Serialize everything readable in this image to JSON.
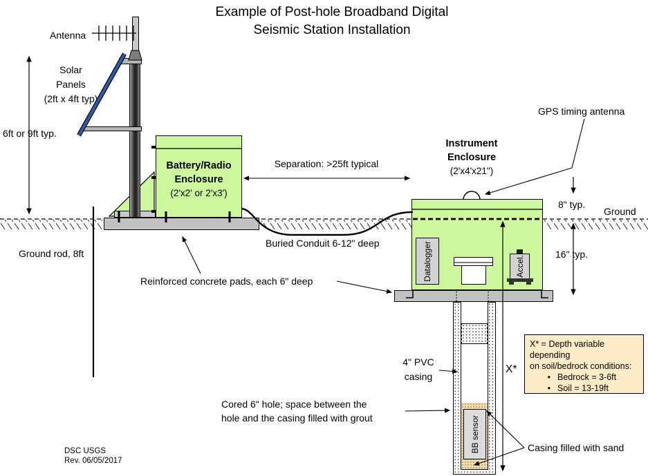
{
  "title": {
    "line1": "Example of Post-hole Broadband Digital",
    "line2": "Seismic Station Installation"
  },
  "mast_area": {
    "antenna_label": "Antenna",
    "solar_line1": "Solar",
    "solar_line2": "Panels",
    "solar_line3": "(2ft x 4ft typ)",
    "height_label": "6ft or 9ft typ.",
    "ground_rod_label": "Ground rod, 8ft"
  },
  "battery": {
    "name_line1": "Battery/Radio",
    "name_line2": "Enclosure",
    "size": "(2'x2' or 2'x3')"
  },
  "separation_label": "Separation: >25ft typical",
  "conduit_label": "Buried Conduit 6-12\" deep",
  "instrument": {
    "name_line1": "Instrument",
    "name_line2": "Enclosure",
    "size": "(2'x4'x21\")",
    "gps_label": "GPS timing antenna",
    "top_height": "8\" typ.",
    "ground_label": "Ground",
    "burial_depth": "16\" typ.",
    "datalogger": "Datalogger",
    "accel": "Accel."
  },
  "pads_label": "Reinforced concrete pads, each 6\" deep",
  "borehole": {
    "pvc_line1": "4\" PVC",
    "pvc_line2": "casing",
    "depth_symbol": "X*",
    "cored_line1": "Cored 6\" hole; space between the",
    "cored_line2": "hole and the casing filled with grout",
    "sensor": "BB sensor",
    "sand_label": "Casing filled with sand"
  },
  "note_box": {
    "line1": "X* = Depth variable depending",
    "line2": "on soil/bedrock conditions:",
    "bullets": [
      "Bedrock = 3-6ft",
      "Soil = 13-19ft"
    ]
  },
  "credits": {
    "line1": "DSC USGS",
    "line2": "Rev. 06/05/2017"
  },
  "colors": {
    "enclosure_green": "#cdf79d",
    "pad_gray": "#c2c2c2",
    "note_tan": "#fcebc7",
    "solar_blue": "#2f5cb0",
    "sand": "#f3ddae"
  }
}
